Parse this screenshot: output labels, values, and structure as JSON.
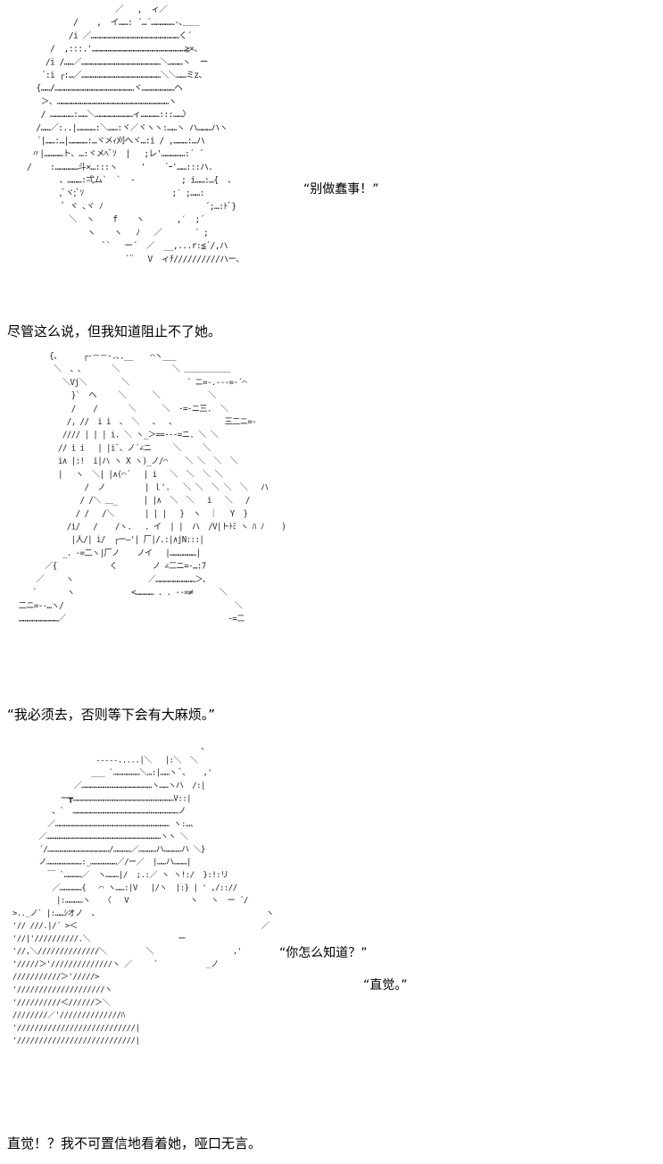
{
  "panels": [
    {
      "art": "                        ／   ,  ィ／\n               /    ,  イ……: ´…´……………‐､＿＿\n              /i ／…………………………………………………く´\n          /  ,:::.'……………………………………………………≧×、\n         /i /……／……………………………………………＼………ヽ  ー\n        ´:i ┌:…／……………………………………………＼＼……ミz、\n       {……/……………………………………………ヾ…………………ヘ\n        ＞、………………………………………………………………ヽ\n        / ……………:……＼……………………ィ…………:::……〉\n       /……／:..|…………:＼……:ヾ／ヾヽヽ:……ヽ ハ………ハヽ\n       ´|……:…|…………:…ヾメｨ刈へヾ…:i / ,………:…ハ\n      〃|…………ト、…:ヾメﾍﾞｿ  |   ;レ'……………:´ ´\n     /    :……………斗×…:::ヽ     '    ´ｰ'……:::ハ.\n            、………:弌ム`  `  ‐          ; i……:…{  、\n            ,ﾞヾ;ﾞｿ                   ;′ ;……:\n             ﾞ ヾ ､ヾ ﾉ                      ´;…:ﾄﾞ}\n              ＼  ヽ    f    ヽ       ,′  ;´\n                  ヽ    ヽ   ﾉ   ／       ´ ;\n                     ``   ー´  ／  __,...r:≦´/,ハ\n                          ´¨   V  ィﾁ//////////ハー、",
      "speech": [
        "“别做蠢事！”"
      ],
      "caption": "尽管这么说，但我知道阻止不了她。"
    },
    {
      "art": "          {、     ┌‐－－-.､.__    ⌒ヽ___\n           ＼  、､       ＼            ＼ ＿＿＿＿＿＿\n             ＼Vj＼        ＼             ´ ニ=‐.‐‐‐=‐´⌒\n               }`  ヘ     ＼      ＼           ＼\n               /    /       ＼      ＼  ‐=‐ニ三.  ＼\n              /, //  i i  、 ＼   、  、           三二ニ=‐\n             //// | | | i. ＼ ヽ_＞==‐‐‐=ニ. ＼ ＼\n            // i i   | |i`、ノ´∠ニ     ＼     ＼\n            i∧ |:!  i|ハ ヽ X ヽ)_ノ/⌒    ＼ ＼  ＼  ＼\n            |   ヽ  ＼| |∧(⌒´   | i   ＼  ＼  ＼ ＼\n                  /  ノ         | ｌ'.   ＼ ＼  ＼ ＼  ＼   ハ\n                 / /＼ ＿_      | |∧  ＼  ＼   i   ＼   /\n                / /   /＼       | | |   }  ヽ  ｜   Y  }\n              /i/   /    /ヽ.   . イ  | |  ハ  /V|トﾄﾐ ヽ ﾊ ﾉ    )\n               |人/| i/  ┌ー―'| 厂|/.:|∧jN:::|\n             _. ‐=二ヽ|厂ノ    ノイ   |………………|\n         ／{            く        ノ ∠二ニ=‐…:7\n       ／     ヽ                 ／………………………＞､\n      ´       ヽ             <………… . . ‐‐=≠      ＼\n   二ニ=‐‐…ヽ/                                       ＼\n   ………………………／                                     ‐=二",
      "speech": [],
      "caption": "“我必须去，否则等下会有大麻烦。”"
    },
    {
      "art": "                                             、\n                     ‐‐‐‐‐.....|＼   |:＼  ＼\n                    ___ `………………＼…:|……ヽ ﾞ、   ,'\n                ／…………………………………………ヽ……ヽハ  /:|\n             ー┳……………………………………………………………V::|\n           、`  ………………………………………………………………ノ\n          ／…………………………………………………………………… ヽ:…、\n        ／……………………………………………………………………ヽヽ ＼\n        ´/……………………………………/…………／…………ハ…………ハ ＼}\n        ノ……………………:_………………／/ー／  |……ハ………|\n          ￣ `…………／  ヽ………|/  ;.:／ ヽ ヽ!:/  }:!:リ\n           ／……………{   ⌒ ヽ……:|V   |/ヽ  |:} | ' ,/:://\n            |:…………ヽ   〈   V              ヽ   ヽ  ー ´/\n  >.._ノ` |:……ｼオノ  、                                      ヽ\n  '// ///.|/´ >＜                                          ／\n  '//|'//////////.＼                    ー\n  '//,＼//////////////＼         ＼                  ,'\n  '/////＞'//////////////ヽ ／     `           _ノ\n  ///////////＞'/////>\n  '////////////////////ヽ\n  '//////////＜//////＞＼\n  ////////／'//////////////ﾊ\n  '///////////////////////////|\n  '///////////////////////////|",
      "speech": [
        "“你怎么知道？”",
        "“直觉。”"
      ],
      "caption": "直觉！？我不可置信地看着她，哑口无言。"
    }
  ]
}
